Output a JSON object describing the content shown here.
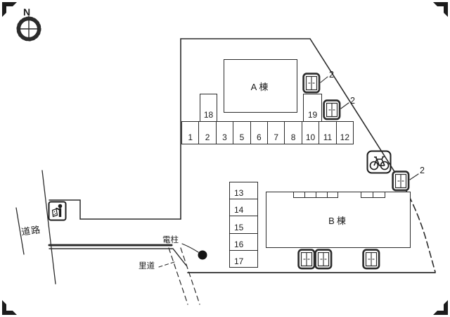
{
  "compass": {
    "north_label": "N"
  },
  "buildings": {
    "a_label": "A棟",
    "b_label": "B棟"
  },
  "parking": {
    "row_spaces": [
      "1",
      "2",
      "3",
      "5",
      "6",
      "7",
      "8",
      "10",
      "11",
      "12"
    ],
    "upper_left_space": "18",
    "upper_right_space": "19",
    "column_spaces": [
      "13",
      "14",
      "15",
      "16",
      "17"
    ]
  },
  "labels": {
    "road": "道路",
    "utility_pole": "電柱",
    "footpath": "里道"
  },
  "annotations": {
    "storage_count_1": "2",
    "storage_count_2": "2",
    "storage_count_3": "2"
  },
  "icons": {
    "compass": "compass-rose",
    "bicycle_parking": "bicycle",
    "trash_area": "trash-disposal",
    "storage": "storage-box",
    "utility_pole_marker": "filled-circle"
  },
  "colors": {
    "line": "#2b2b2b",
    "background": "#ffffff"
  }
}
